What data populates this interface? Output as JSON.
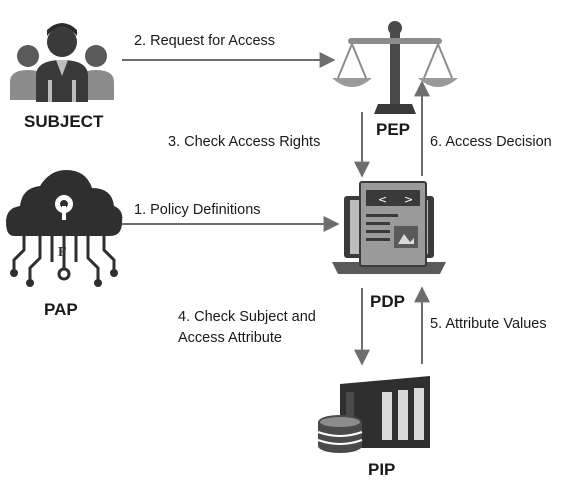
{
  "nodes": {
    "subject": "SUBJECT",
    "pep": "PEP",
    "pap": "PAP",
    "pdp": "PDP",
    "pip": "PIP"
  },
  "edges": {
    "request": "2. Request for Access",
    "check_rights": "3. Check Access Rights",
    "decision": "6. Access Decision",
    "policy": "1. Policy Definitions",
    "check_subject_line1": "4. Check Subject and",
    "check_subject_line2": "Access Attribute",
    "attribute_values": "5. Attribute Values"
  },
  "icons": {
    "subject": "people-group-icon",
    "pep": "balance-scale-icon",
    "pap": "cloud-circuit-icon",
    "pdp": "laptop-document-icon",
    "pip": "server-database-icon"
  },
  "colors": {
    "icon_dark": "#3a3a3a",
    "icon_mid": "#8c8c8c",
    "icon_light": "#bdbdbd",
    "arrow": "#6e6e6e"
  }
}
